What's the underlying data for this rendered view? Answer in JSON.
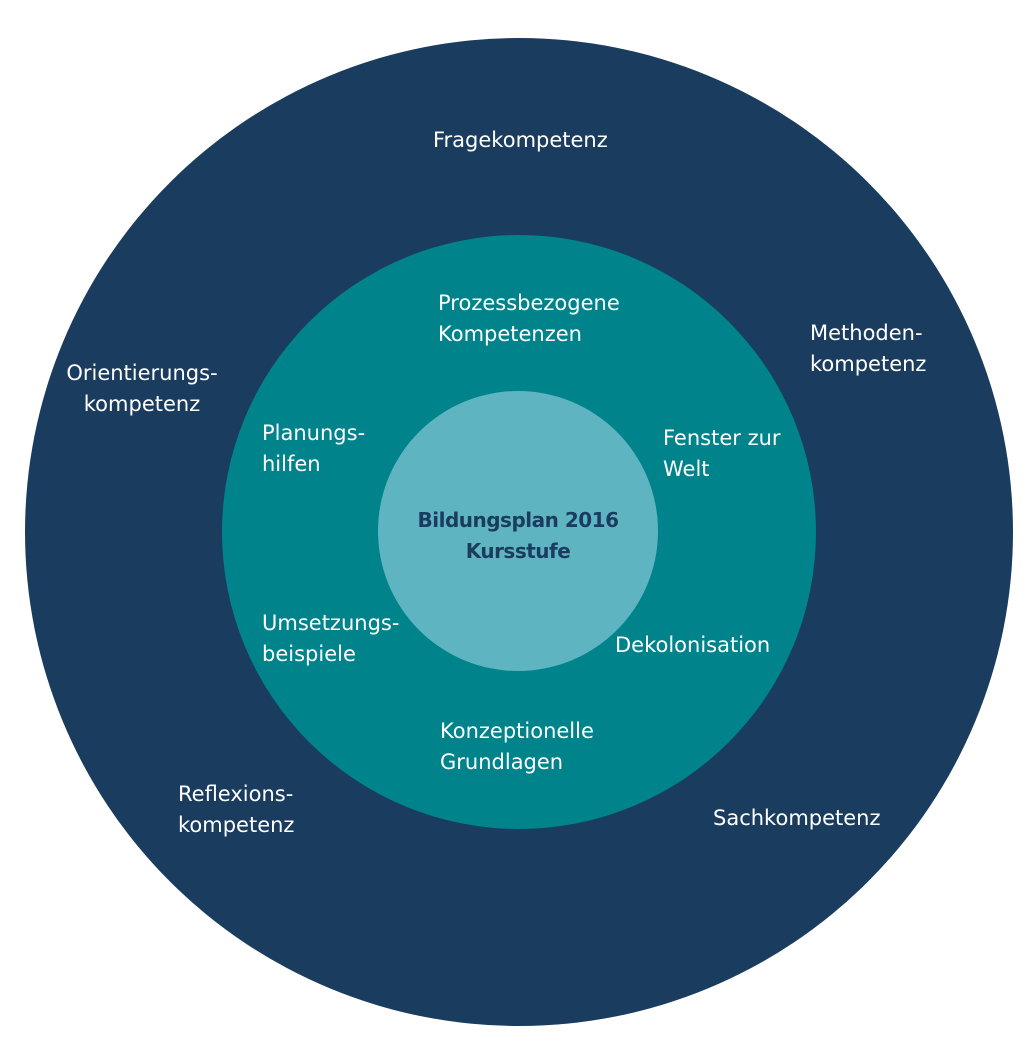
{
  "colors": {
    "outer": "#1a3c5e",
    "middle": "#00838a",
    "inner": "#5fb4c2",
    "label": "#ffffff",
    "core_text": "#1a3c5e"
  },
  "core": {
    "line1": "Bildungsplan 2016",
    "line2": "Kursstufe"
  },
  "middle_ring": {
    "prozess": [
      "Prozessbezogene",
      "Kompetenzen"
    ],
    "planung": [
      "Planungs-",
      "hilfen"
    ],
    "fenster": [
      "Fenster zur",
      "Welt"
    ],
    "umsetzung": [
      "Umsetzungs-",
      "beispiele"
    ],
    "dekolonisation": [
      "Dekolonisation"
    ],
    "konzept": [
      "Konzeptionelle",
      "Grundlagen"
    ]
  },
  "outer_ring": {
    "frage": [
      "Fragekompetenz"
    ],
    "methode": [
      "Methoden-",
      "kompetenz"
    ],
    "orientierung": [
      "Orientierungs-",
      "kompetenz"
    ],
    "reflexion": [
      "Reflexions-",
      "kompetenz"
    ],
    "sach": [
      "Sachkompetenz"
    ]
  }
}
